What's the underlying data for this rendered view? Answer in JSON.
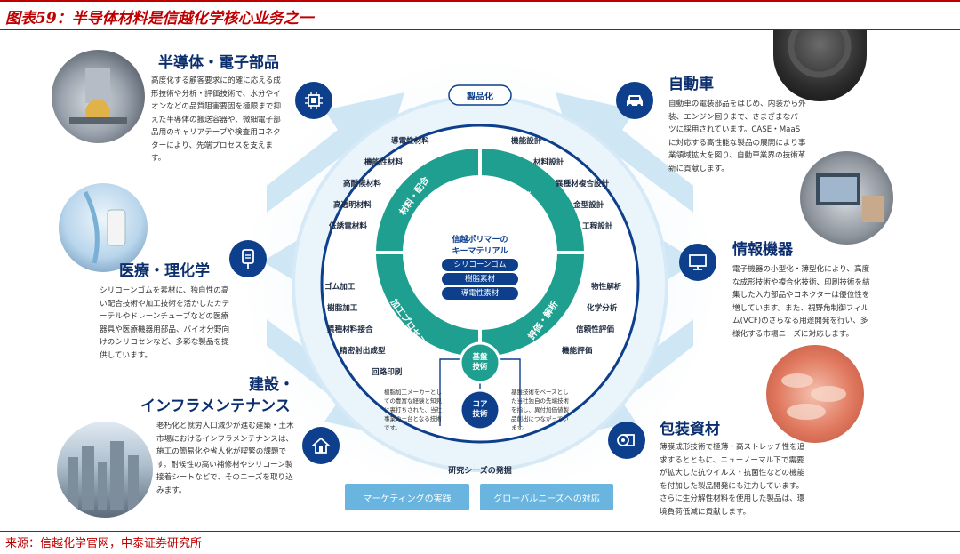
{
  "header": {
    "title": "图表59：半导体材料是信越化学核心业务之一"
  },
  "footer": {
    "source": "来源：信越化学官网，中泰证券研究所"
  },
  "center": {
    "line1": "信越ポリマーの",
    "line2": "キーマテリアル",
    "pills": [
      "シリコーンゴム",
      "樹脂素材",
      "導電性素材"
    ]
  },
  "ring": {
    "top_badge": "製品化",
    "arcs": [
      "材料・配合",
      "設計",
      "加工プロセス",
      "評価・解析"
    ],
    "kiban": "基盤\n技術",
    "core": "コア\n技術",
    "materials": [
      "導電性材料",
      "機能性材料",
      "高耐候材料",
      "高透明材料",
      "低誘電材料"
    ],
    "design": [
      "機能設計",
      "材料設計",
      "異種材複合設計",
      "金型設計",
      "工程設計"
    ],
    "process": [
      "ゴム加工",
      "樹脂加工",
      "異種材料接合",
      "精密射出成型",
      "回路印刷"
    ],
    "eval": [
      "物性解析",
      "化学分析",
      "信頼性評価",
      "機能評価"
    ],
    "left_note": "樹脂加工メーカーとしての豊富な経験と知見に裏打ちされた、当社事業の土台となる技術です。",
    "right_note": "基盤技術をベースとした当社独自の先端技術を指し、異付加価値製品創出につながっています。",
    "seeds": "研究シーズの発掘",
    "btn_left": "マーケティングの実践",
    "btn_right": "グローバルニーズへの対応"
  },
  "segments": {
    "semi": {
      "title": "半導体・電子部品",
      "desc": "高度化する顧客要求に的確に応える成形技術や分析・評価技術で、水分やイオンなどの品質阻害要因を極限まで抑えた半導体の搬送容器や、微細電子部品用のキャリアテープや検査用コネクターにより、先端プロセスを支えます。"
    },
    "medical": {
      "title": "医療・理化学",
      "desc": "シリコーンゴムを素材に、独自性の高い配合技術や加工技術を活かしたカテーテルやドレーンチューブなどの医療器具や医療機器用部品、バイオ分野向けのシリコセンなど、多彩な製品を提供しています。"
    },
    "infra": {
      "title1": "建設・",
      "title2": "インフラメンテナンス",
      "desc": "老朽化と就労人口減少が進む建築・土木市場におけるインフラメンテナンスは、施工の簡易化や省人化が喫緊の課題です。耐候性の高い補修材やシリコーン製接着シートなどで、そのニーズを取り込みます。"
    },
    "auto": {
      "title": "自動車",
      "desc": "自動車の電装部品をはじめ、内装から外装、エンジン回りまで、さまざまなパーツに採用されています。CASE・MaaSに対応する高性能な製品の展開により事業領域拡大を図り、自動車業界の技術革新に貢献します。"
    },
    "info": {
      "title": "情報機器",
      "desc": "電子機器の小型化・薄型化により、高度な成形技術や複合化技術、印刷技術を結集した入力部品やコネクターは優位性を増しています。また、視野角制御フィルム(VCF)のさらなる用途開発を行い、多様化する市場ニーズに対応します。"
    },
    "pack": {
      "title": "包装資材",
      "desc": "薄膜成形技術で極薄・高ストレッチ性を追求するとともに、ニューノーマル下で需要が拡大した抗ウイルス・抗菌性などの機能を付加した製品開発にも注力しています。さらに生分解性材料を使用した製品は、環境負荷低減に貢献します。"
    }
  },
  "icons": {
    "semi": "chip-icon",
    "medical": "iv-bag-icon",
    "infra": "house-icon",
    "auto": "car-icon",
    "info": "monitor-icon",
    "pack": "film-roll-icon"
  },
  "colors": {
    "navy": "#0d3f8c",
    "teal": "#1f9f8f",
    "arrow": "#c9e3f3",
    "accent": "#c00000"
  }
}
